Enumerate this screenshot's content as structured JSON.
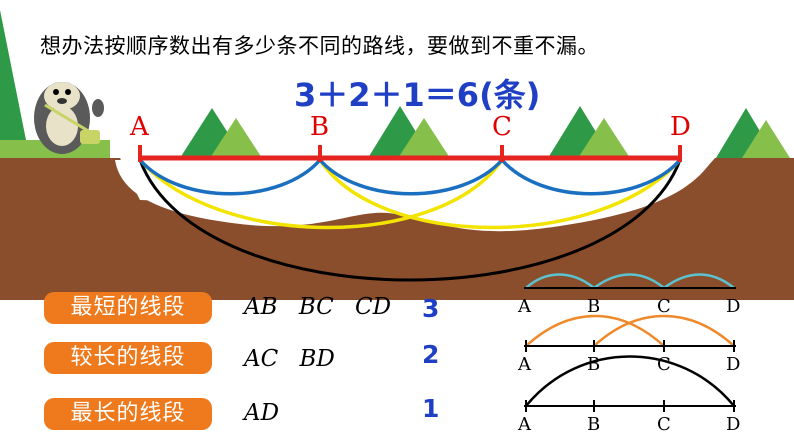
{
  "question": "想办法按顺序数出有多少条不同的路线，要做到不重不漏。",
  "formula": "3＋2＋1＝6(条)",
  "points": [
    "A",
    "B",
    "C",
    "D"
  ],
  "rows": [
    {
      "label": "最短的线段",
      "segments": "AB  BC  CD",
      "count": "3"
    },
    {
      "label": "较长的线段",
      "segments": "AC  BD",
      "count": "2"
    },
    {
      "label": "最长的线段",
      "segments": "AD",
      "count": "1"
    }
  ],
  "colors": {
    "formula": "#1f3fc4",
    "pill": "#ee7a1d",
    "mainline": "#e52420",
    "short_arcs": "#1b6fc0",
    "medium_arcs": "#f3e400",
    "long_arc": "#000000",
    "ground": "#8a4e2c",
    "mountain": "#2e9a47",
    "diagram_short": "#5bc3d0",
    "diagram_medium": "#ef8a2c",
    "diagram_long": "#000000"
  }
}
